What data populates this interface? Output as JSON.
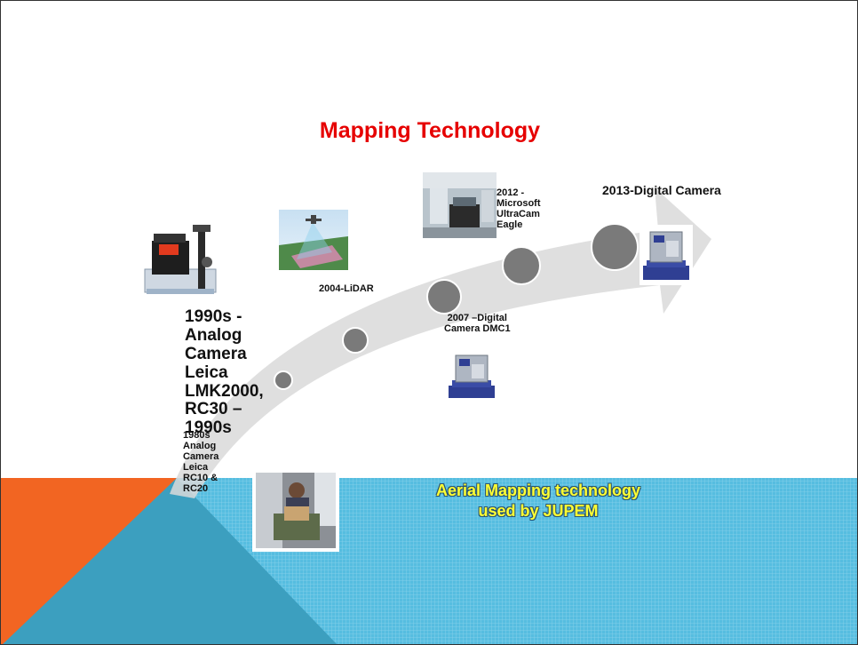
{
  "slide": {
    "title": "Mapping Technology",
    "subtitle_line1": "Aerial Mapping technology",
    "subtitle_line2": "used by JUPEM"
  },
  "timeline": {
    "label_1990s": [
      "1990s -",
      "Analog",
      "Camera",
      "Leica",
      "LMK2000,",
      "RC30 –",
      "1990s"
    ],
    "label_1980s": [
      "1980s",
      "Analog",
      "Camera",
      "Leica",
      "RC10 &",
      "RC20"
    ],
    "label_2004": "2004-LiDAR",
    "label_2007": [
      "2007 –Digital",
      "Camera DMC1"
    ],
    "label_2012": [
      "2012 -",
      "Microsoft",
      "UltraCam",
      "Eagle"
    ],
    "label_2013": "2013-Digital Camera"
  },
  "colors": {
    "title": "#e60000",
    "subtitle": "#ffff33",
    "orange_band": "#f26522",
    "blue_band": "#4ab3d6",
    "arrow": "#d9d9d9",
    "dot": "#7a7a7a"
  },
  "icons": {
    "analog_camera": "camera-equipment-icon",
    "lidar": "lidar-aircraft-icon",
    "digital_camera": "digital-camera-icon",
    "operator_photo": "operator-photo-icon",
    "ultracam": "ultracam-equipment-icon"
  }
}
